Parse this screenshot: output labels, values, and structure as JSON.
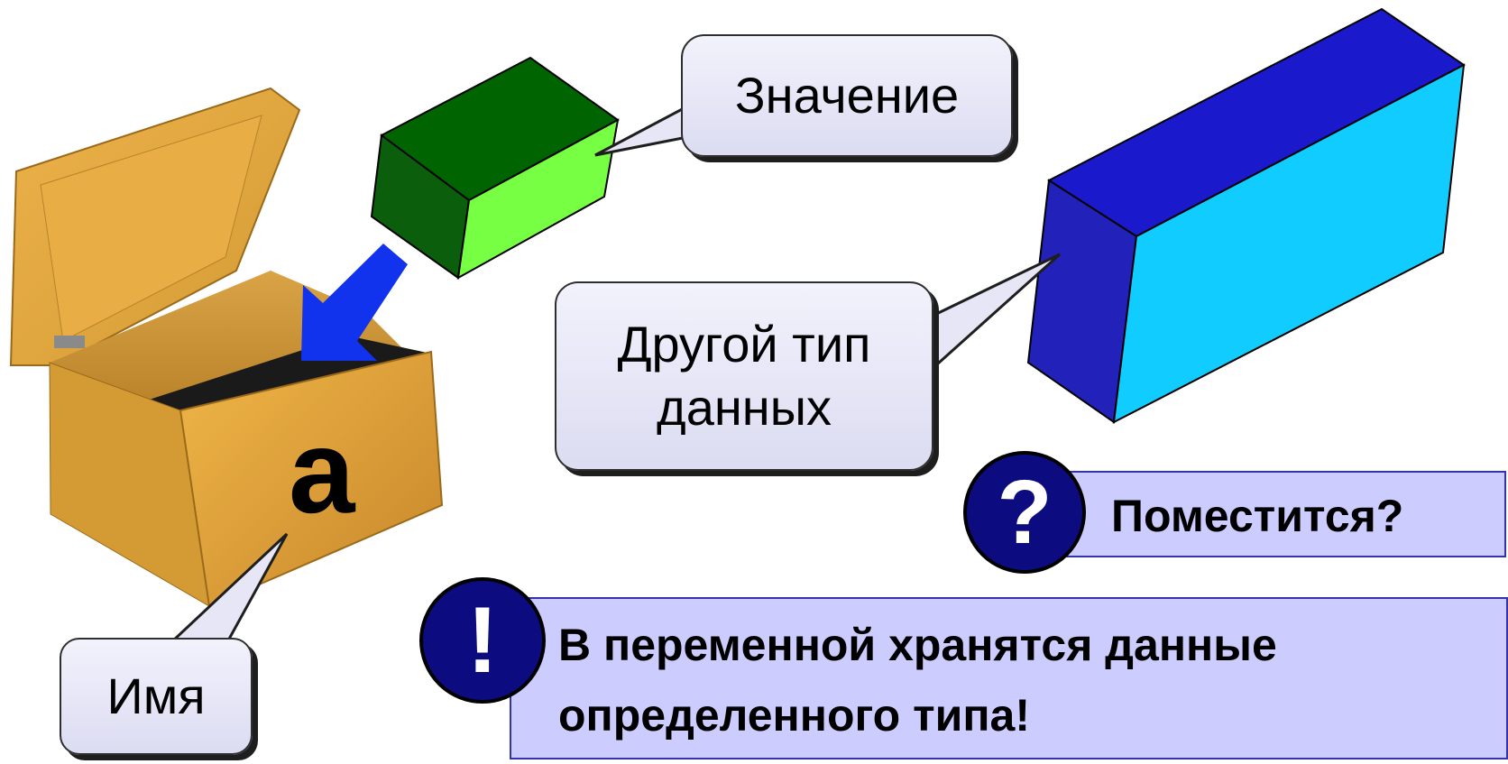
{
  "callouts": {
    "value_label": "Значение",
    "type_line1": "Другой тип",
    "type_line2": "данных",
    "name_label": "Имя"
  },
  "box_label": "а",
  "question": {
    "badge_glyph": "?",
    "text": "Поместится?"
  },
  "exclaim": {
    "badge_glyph": "!",
    "line1": "В переменной хранятся данные",
    "line2": "определенного типа!"
  },
  "colors": {
    "green_front": "#77ff44",
    "green_side": "#0b5e0b",
    "blue_front": "#11ccff",
    "blue_side": "#2222bb",
    "blue_top": "#1a1acc",
    "arrow": "#1133ee",
    "badge": "#0c0c80",
    "note_bg": "#ccccff",
    "box_wood": "#e2a436"
  }
}
